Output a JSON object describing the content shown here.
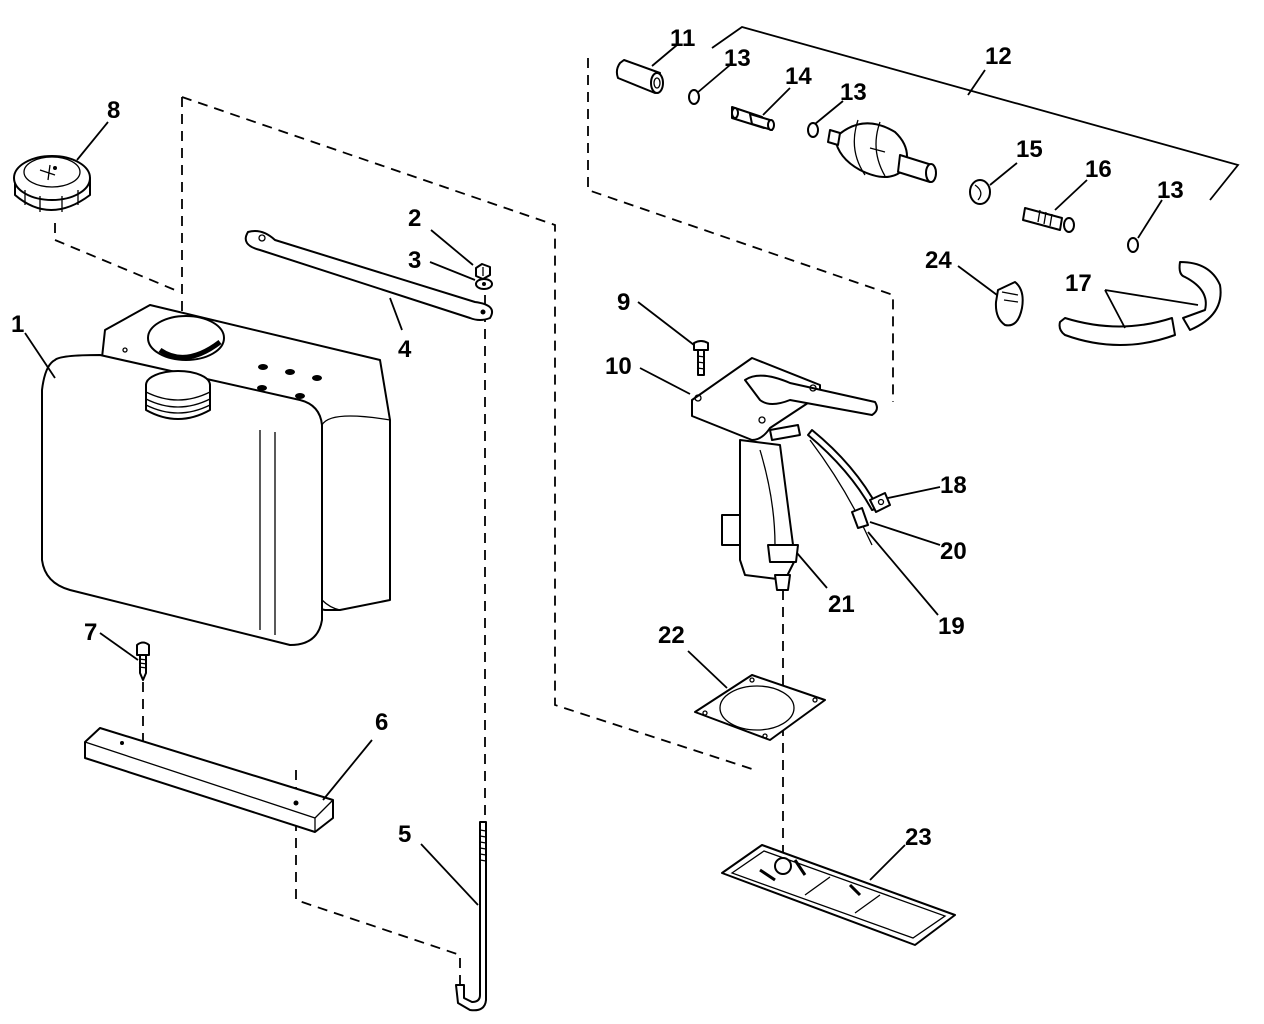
{
  "diagram": {
    "type": "exploded-parts-diagram",
    "subject": "portable fuel tank assembly",
    "colors": {
      "line": "#000000",
      "background": "#ffffff"
    },
    "callouts": [
      {
        "id": "c1",
        "label": "1",
        "part": "fuel-tank"
      },
      {
        "id": "c2",
        "label": "2",
        "part": "nut"
      },
      {
        "id": "c3",
        "label": "3",
        "part": "washer"
      },
      {
        "id": "c4",
        "label": "4",
        "part": "strap"
      },
      {
        "id": "c5",
        "label": "5",
        "part": "j-bolt"
      },
      {
        "id": "c6",
        "label": "6",
        "part": "bracket-channel"
      },
      {
        "id": "c7",
        "label": "7",
        "part": "screw"
      },
      {
        "id": "c8",
        "label": "8",
        "part": "filler-cap"
      },
      {
        "id": "c9",
        "label": "9",
        "part": "screw"
      },
      {
        "id": "c10",
        "label": "10",
        "part": "fuel-gauge-pickup"
      },
      {
        "id": "c11",
        "label": "11",
        "part": "hose-connector"
      },
      {
        "id": "c12",
        "label": "12",
        "part": "fuel-line-kit"
      },
      {
        "id": "c13a",
        "label": "13",
        "part": "clamp"
      },
      {
        "id": "c13b",
        "label": "13",
        "part": "clamp"
      },
      {
        "id": "c13c",
        "label": "13",
        "part": "clamp"
      },
      {
        "id": "c14",
        "label": "14",
        "part": "check-valve"
      },
      {
        "id": "c15",
        "label": "15",
        "part": "clamp"
      },
      {
        "id": "c16",
        "label": "16",
        "part": "connector-fitting"
      },
      {
        "id": "c17",
        "label": "17",
        "part": "hose"
      },
      {
        "id": "c18",
        "label": "18",
        "part": "terminal"
      },
      {
        "id": "c19",
        "label": "19",
        "part": "wire-lead"
      },
      {
        "id": "c20",
        "label": "20",
        "part": "wire-lead"
      },
      {
        "id": "c21",
        "label": "21",
        "part": "float"
      },
      {
        "id": "c22",
        "label": "22",
        "part": "gasket"
      },
      {
        "id": "c23",
        "label": "23",
        "part": "filter-screen"
      },
      {
        "id": "c24",
        "label": "24",
        "part": "hose-clamp"
      }
    ]
  }
}
